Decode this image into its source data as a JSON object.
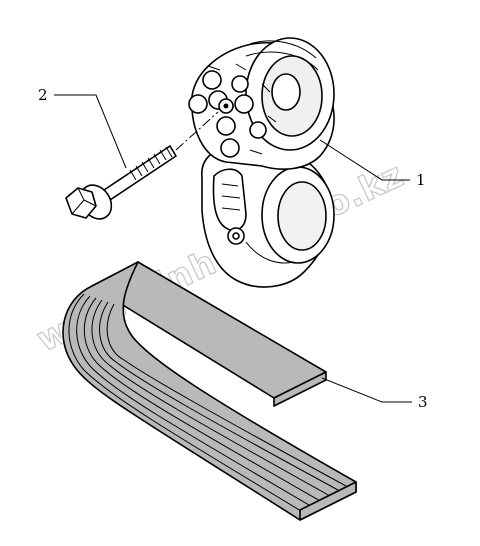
{
  "callouts": [
    {
      "id": "1",
      "label": "1"
    },
    {
      "id": "2",
      "label": "2"
    },
    {
      "id": "3",
      "label": "3"
    }
  ],
  "watermark": {
    "text": "www.sinhron-too.kz"
  },
  "colors": {
    "line": "#000000",
    "belt_fill": "#b9b9b9",
    "watermark": "#c9c9c9"
  },
  "parts": [
    {
      "callout": "1",
      "icon": "belt-tensioner-icon"
    },
    {
      "callout": "2",
      "icon": "flange-bolt-icon"
    },
    {
      "callout": "3",
      "icon": "poly-v-belt-icon"
    }
  ]
}
